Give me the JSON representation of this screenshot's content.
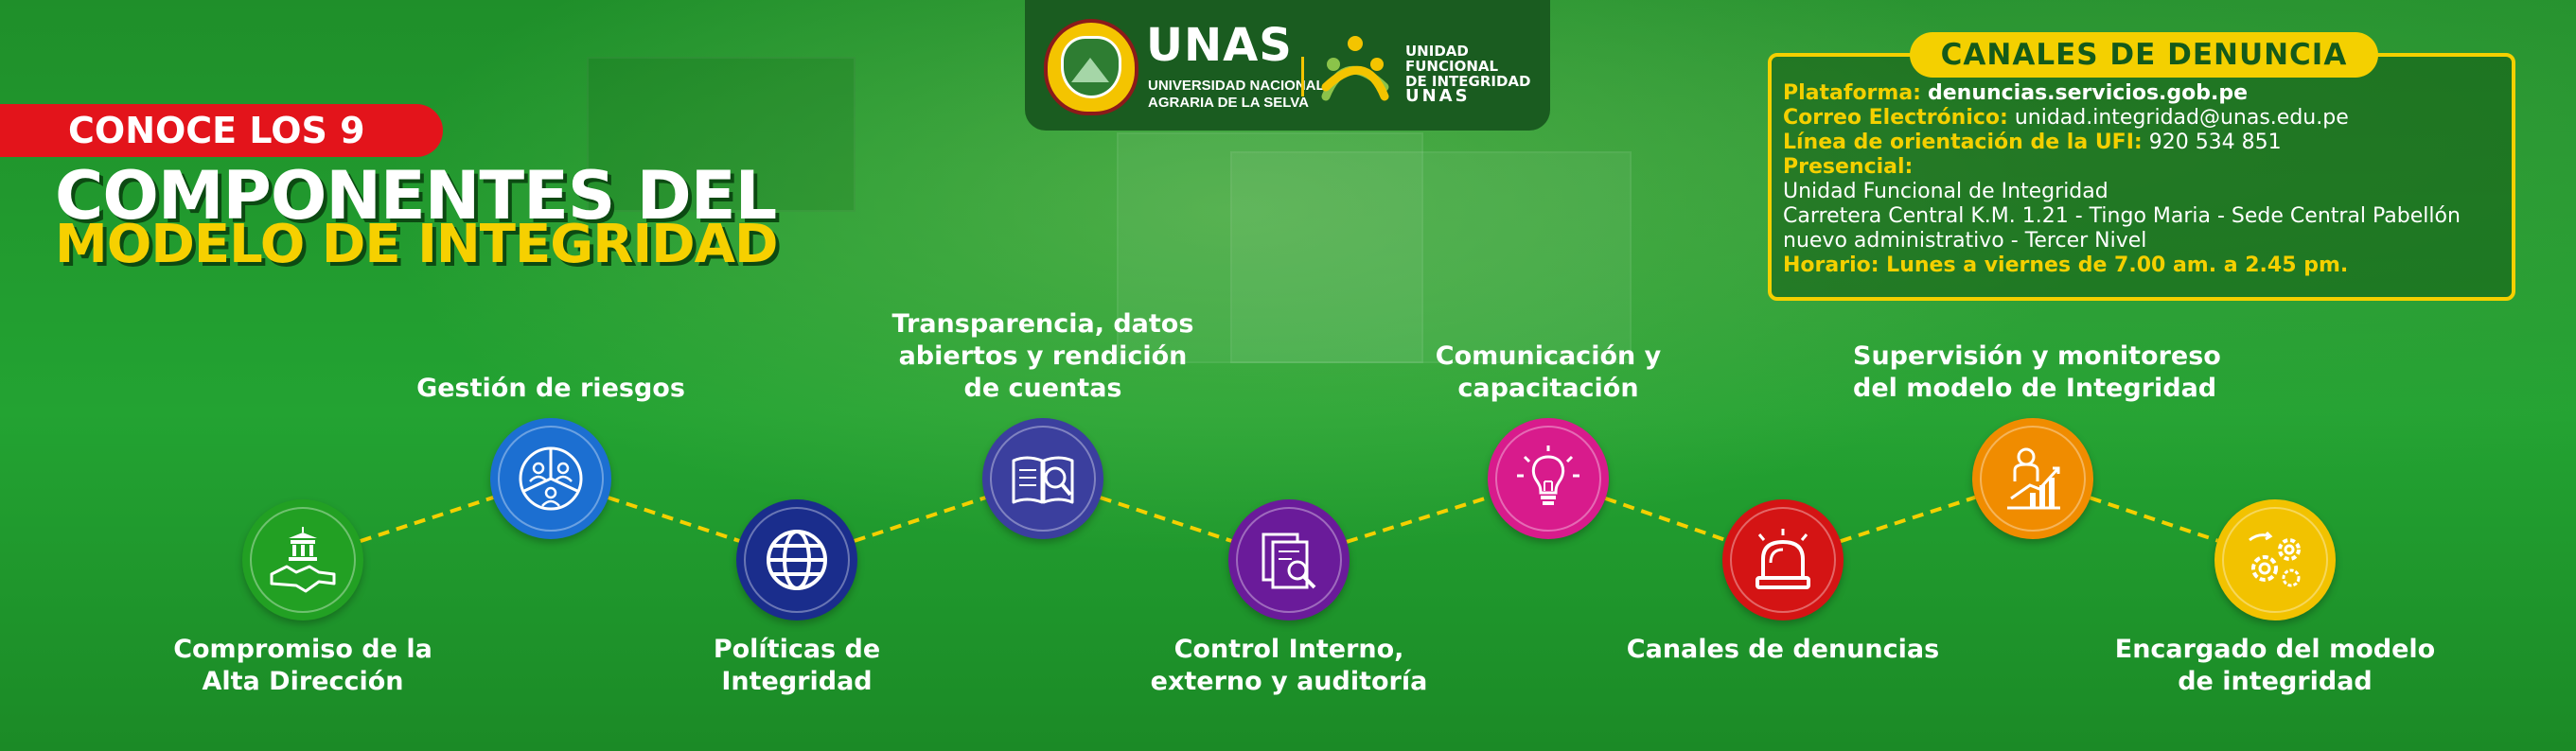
{
  "colors": {
    "yellow": "#f4d000",
    "red": "#e3141b",
    "green_dark": "#145a1a"
  },
  "logo": {
    "name": "UNAS",
    "subtitle_1": "UNIVERSIDAD NACIONAL",
    "subtitle_2": "AGRARIA DE LA SELVA",
    "ufi_1": "UNIDAD",
    "ufi_2": "FUNCIONAL",
    "ufi_3": "DE INTEGRIDAD",
    "ufi_4": "UNAS"
  },
  "headline": {
    "kicker": "CONOCE LOS 9",
    "line1": "COMPONENTES DEL",
    "line2": "MODELO DE INTEGRIDAD"
  },
  "contact": {
    "title": "CANALES DE DENUNCIA",
    "platform_label": "Plataforma:",
    "platform_value": "denuncias.servicios.gob.pe",
    "email_label": "Correo Electrónico:",
    "email_value": "unidad.integridad@unas.edu.pe",
    "phone_label": "Línea de orientación de la UFI:",
    "phone_value": "920 534 851",
    "presencial_label": "Presencial:",
    "address_1": "Unidad Funcional de Integridad",
    "address_2": "Carretera Central K.M. 1.21 - Tingo Maria - Sede Central Pabellón",
    "address_3": "nuevo administrativo - Tercer Nivel",
    "hours": "Horario: Lunes a viernes de 7.00 am. a 2.45 pm."
  },
  "components": [
    {
      "lines": [
        "Compromiso de la",
        "Alta Dirección"
      ],
      "color": "#22a023",
      "icon": "handshake-building-icon"
    },
    {
      "lines": [
        "Gestión de riesgos"
      ],
      "color": "#1c6fd1",
      "icon": "risk-users-icon"
    },
    {
      "lines": [
        "Políticas de",
        "Integridad"
      ],
      "color": "#1a2d8c",
      "icon": "globe-icon"
    },
    {
      "lines": [
        "Transparencia, datos",
        "abiertos y rendición",
        "de cuentas"
      ],
      "color": "#3b3f9e",
      "icon": "open-book-icon"
    },
    {
      "lines": [
        "Control Interno,",
        "externo y auditoría"
      ],
      "color": "#6a1b9a",
      "icon": "document-search-icon"
    },
    {
      "lines": [
        "Comunicación y",
        "capacitación"
      ],
      "color": "#d81b8c",
      "icon": "lightbulb-icon"
    },
    {
      "lines": [
        "Canales de denuncias"
      ],
      "color": "#d41414",
      "icon": "alarm-siren-icon"
    },
    {
      "lines": [
        "Supervisión y monitoreso",
        "del modelo de Integridad"
      ],
      "color": "#f08c00",
      "icon": "presenter-chart-icon"
    },
    {
      "lines": [
        "Encargado del modelo",
        "de integridad"
      ],
      "color": "#f2c200",
      "icon": "gears-icon"
    }
  ]
}
